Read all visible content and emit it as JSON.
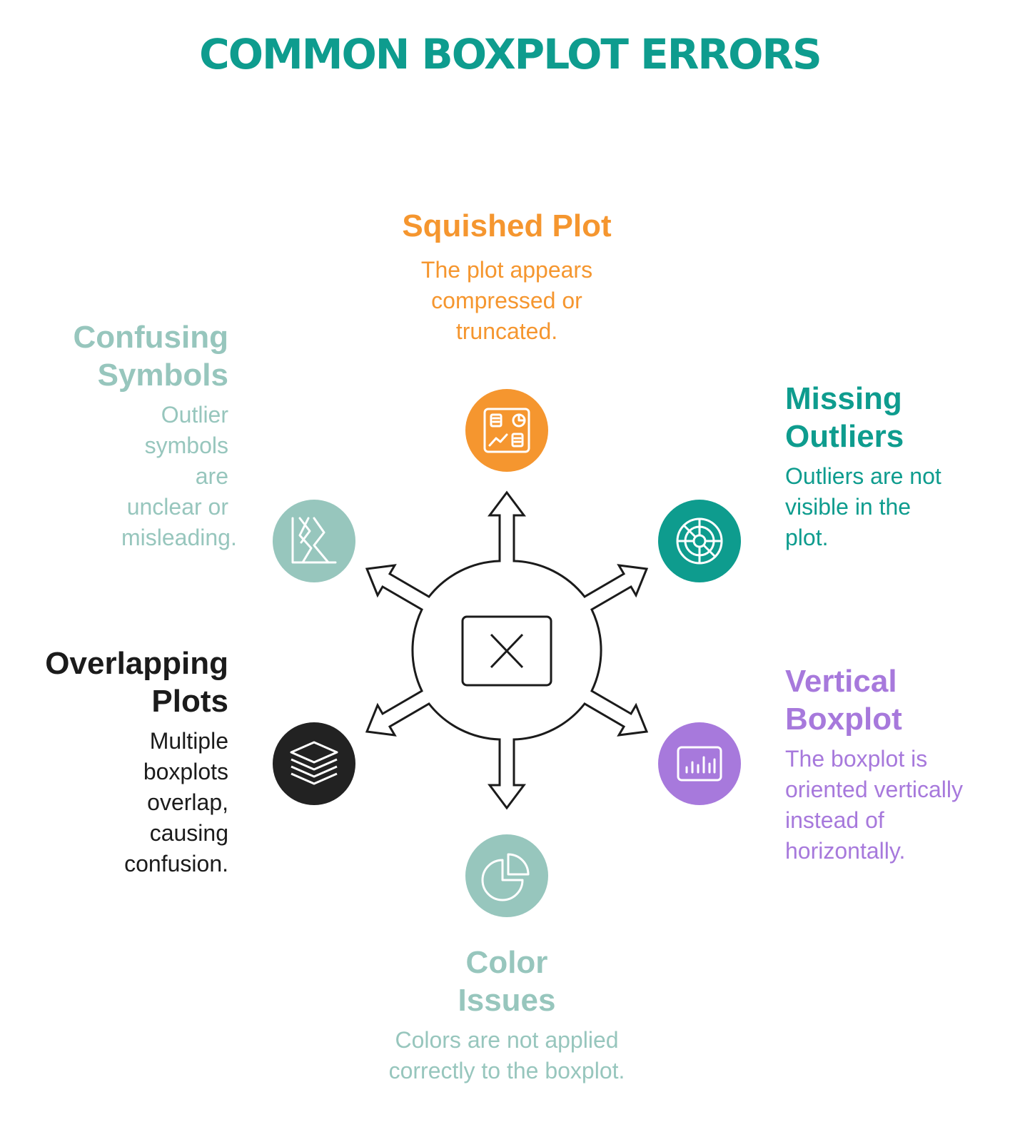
{
  "title": "COMMON BOXPLOT ERRORS",
  "colors": {
    "title": "#0e9c8e",
    "orange": "#f5962f",
    "sage": "#97c6bd",
    "teal": "#0e9c8e",
    "purple": "#a779dc",
    "black": "#222222"
  },
  "center_icon": "x-box-icon",
  "items": [
    {
      "key": "squished",
      "title": "Squished Plot",
      "description": "The plot appears compressed or truncated.",
      "color": "#f5962f",
      "icon": "dashboard-icon"
    },
    {
      "key": "missing",
      "title": "Missing Outliers",
      "description": "Outliers are not visible in the plot.",
      "color": "#0e9c8e",
      "icon": "radar-icon"
    },
    {
      "key": "vertical",
      "title": "Vertical Boxplot",
      "description": "The boxplot is oriented vertically instead of horizontally.",
      "color": "#a779dc",
      "icon": "bar-chart-icon"
    },
    {
      "key": "color",
      "title": "Color Issues",
      "description": "Colors are not applied correctly to the boxplot.",
      "color": "#97c6bd",
      "icon": "pie-chart-icon"
    },
    {
      "key": "overlapping",
      "title": "Overlapping Plots",
      "description": "Multiple boxplots overlap, causing confusion.",
      "color": "#222222",
      "icon": "layers-icon"
    },
    {
      "key": "confusing",
      "title": "Confusing Symbols",
      "description": "Outlier symbols are unclear or misleading.",
      "color": "#97c6bd",
      "icon": "zigzag-icon"
    }
  ]
}
